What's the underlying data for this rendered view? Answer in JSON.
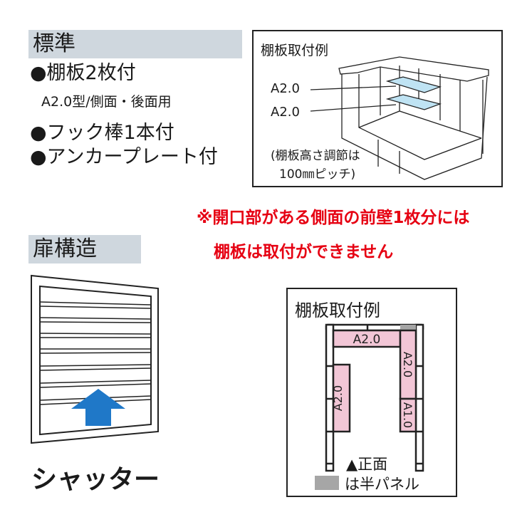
{
  "standard": {
    "heading": "標準",
    "items": [
      "●棚板2枚付",
      "A2.0型/側面・後面用",
      "●フック棒1本付",
      "●アンカープレート付"
    ]
  },
  "example_top": {
    "title": "棚板取付例",
    "shelf_labels": [
      "A2.0",
      "A2.0"
    ],
    "note_line1": "(棚板高さ調節は",
    "note_line2": "100㎜ピッチ)"
  },
  "warning": {
    "line1": "※開口部がある側面の前壁1枚分には",
    "line2": "棚板は取付ができません"
  },
  "door": {
    "heading": "扉構造",
    "type": "シャッター"
  },
  "example_plan": {
    "title": "棚板取付例",
    "shelves": [
      "A2.0",
      "A2.0",
      "A2.0",
      "A1.0"
    ],
    "front_label": "▲正面",
    "half_panel_label": "は半パネル"
  },
  "colors": {
    "label_bg": "#cfd7de",
    "warning": "#e60012",
    "shelf_blue": "#bfe3f3",
    "shelf_pink": "#f2c6d6",
    "arrow": "#1f78c8",
    "half_panel": "#a6a6a6"
  }
}
